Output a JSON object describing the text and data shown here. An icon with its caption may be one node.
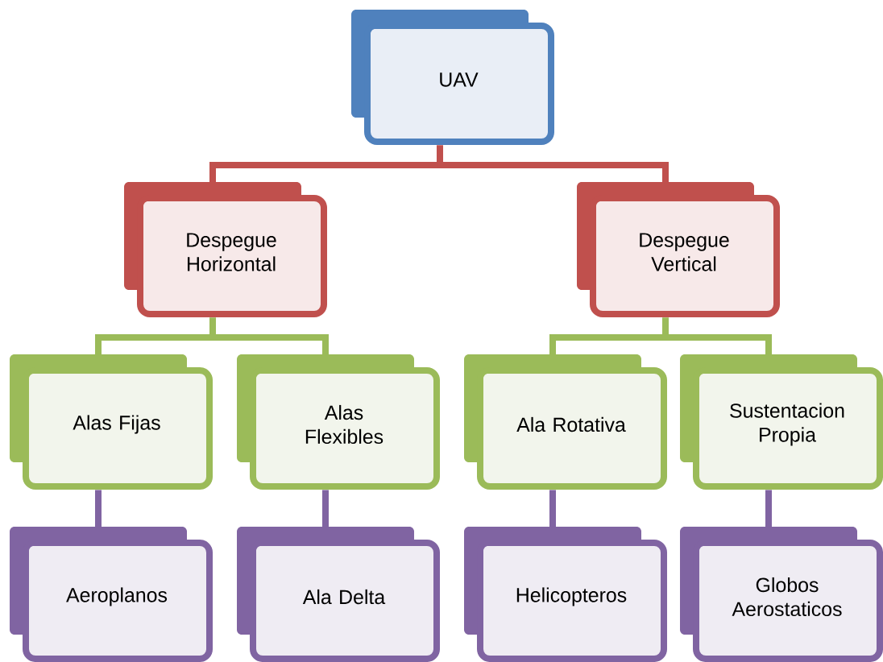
{
  "diagram": {
    "nodes": [
      {
        "text": [
          "UAV"
        ]
      },
      {
        "text": [
          "Despegue Horizontal"
        ]
      },
      {
        "text": [
          "Despegue Vertical"
        ]
      },
      {
        "text": [
          "Alas Fijas"
        ]
      },
      {
        "text": [
          "Alas Flexibles"
        ]
      },
      {
        "text": [
          "Ala Rotativa"
        ]
      },
      {
        "text": [
          "Sustentacion Propia"
        ]
      },
      {
        "text": [
          "Aeroplanos"
        ]
      },
      {
        "text": [
          "Ala Delta"
        ]
      },
      {
        "text": [
          "Helicopteros"
        ]
      },
      {
        "text": [
          "Globos Aerostaticos"
        ]
      }
    ],
    "edges": [
      {
        "from": 0,
        "to": 1,
        "arrow": "none",
        "color": "#c0504d"
      },
      {
        "from": 0,
        "to": 2,
        "arrow": "none",
        "color": "#c0504d"
      },
      {
        "from": 1,
        "to": 3,
        "arrow": "none",
        "color": "#9bbb59"
      },
      {
        "from": 1,
        "to": 4,
        "arrow": "none",
        "color": "#9bbb59"
      },
      {
        "from": 2,
        "to": 5,
        "arrow": "none",
        "color": "#9bbb59"
      },
      {
        "from": 2,
        "to": 6,
        "arrow": "none",
        "color": "#9bbb59"
      },
      {
        "from": 3,
        "to": 7,
        "arrow": "none",
        "color": "#8064a2"
      },
      {
        "from": 4,
        "to": 8,
        "arrow": "none",
        "color": "#8064a2"
      },
      {
        "from": 5,
        "to": 9,
        "arrow": "none",
        "color": "#8064a2"
      },
      {
        "from": 6,
        "to": 10,
        "arrow": "none",
        "color": "#8064a2"
      }
    ]
  }
}
